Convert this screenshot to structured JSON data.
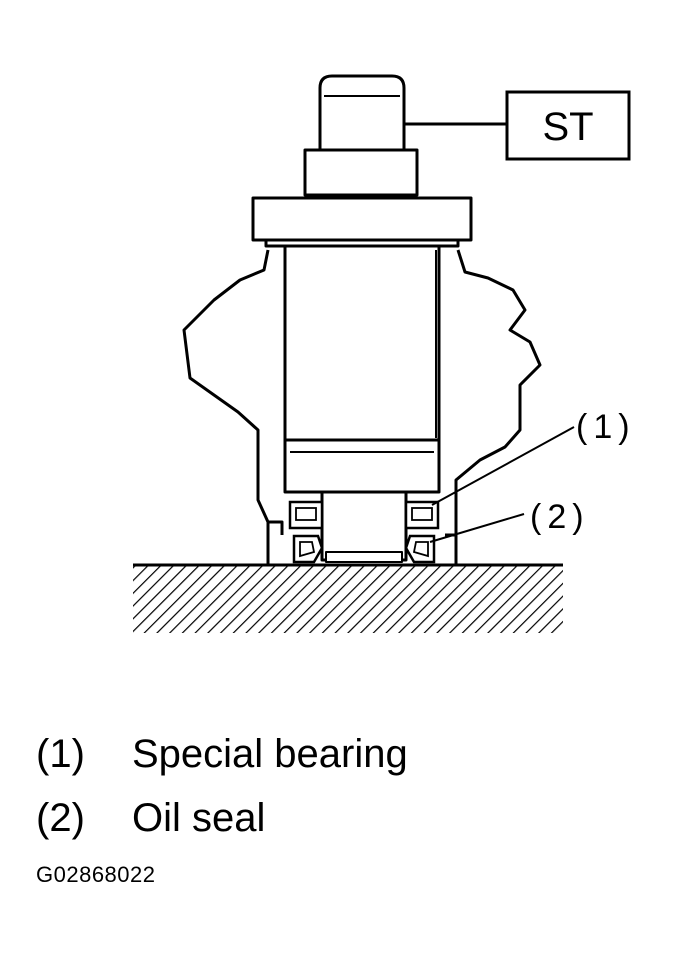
{
  "diagram": {
    "tool_label": "ST",
    "callouts": [
      {
        "number": "(1)"
      },
      {
        "number": "(2)"
      }
    ]
  },
  "legend": [
    {
      "number": "(1)",
      "label": "Special bearing"
    },
    {
      "number": "(2)",
      "label": "Oil seal"
    }
  ],
  "figure_id": "G02868022"
}
